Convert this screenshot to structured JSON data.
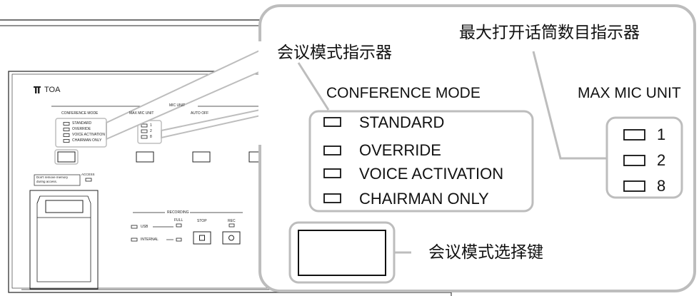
{
  "brand": "TOA",
  "panel": {
    "mic_unit_label": "MIC UNIT",
    "conference_mode_label": "CONFERENCE MODE",
    "max_mic_unit_label": "MAX MIC UNIT",
    "auto_off_label": "AUTO OFF",
    "modes": [
      "STANDARD",
      "OVERRIDE",
      "VOICE ACTIVATION",
      "CHAIRMAN ONLY"
    ],
    "max_values": [
      "1",
      "2",
      "8"
    ],
    "memory_warning_line1": "Don't remove memory",
    "memory_warning_line2": "during access.",
    "access_label": "ACCESS",
    "recording_label": "RECORDING",
    "full_label": "FULL",
    "stop_label": "STOP",
    "rec_label": "REC",
    "usb_label": "USB",
    "internal_label": "INTERNAL"
  },
  "callout": {
    "conference_mode_title_zh": "会议模式指示器",
    "max_mic_title_zh": "最大打开话筒数目指示器",
    "conference_mode_header": "CONFERENCE MODE",
    "max_mic_header": "MAX MIC UNIT",
    "modes": [
      "STANDARD",
      "OVERRIDE",
      "VOICE ACTIVATION",
      "CHAIRMAN ONLY"
    ],
    "max_values": [
      "1",
      "2",
      "8"
    ],
    "select_key_label_zh": "会议模式选择键"
  },
  "colors": {
    "callout_border": "#bdbdbd",
    "line": "#222222"
  }
}
